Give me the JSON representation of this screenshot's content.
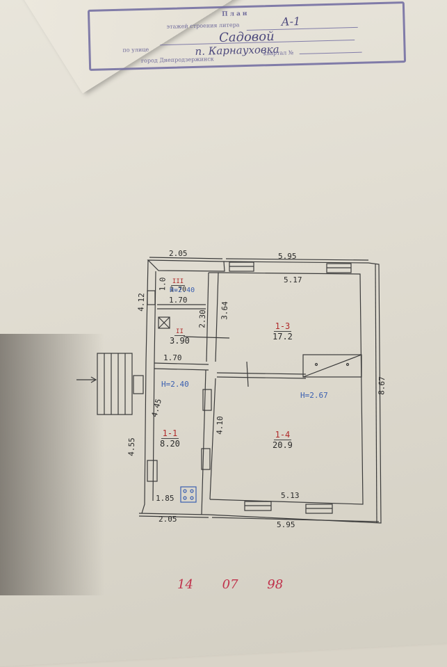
{
  "stamp": {
    "title": "План",
    "line1_label": "этажей строения литера",
    "line1_value": "А-1",
    "line2_label": "по улице",
    "line2_value": "Садовой",
    "line3_label": "город Днепродзержинск",
    "line3_value": "п. Карнауховка",
    "line4_label": "квартал №"
  },
  "plan": {
    "dims": {
      "top_left": "2.05",
      "top_right": "5.95",
      "inner_top": "5.17",
      "left_upper": "4.12",
      "w1": "1.0",
      "room3_w": "1.70",
      "room3_w2": "1.70",
      "v230": "2.30",
      "v364": "3.64",
      "corridor_w": "3.90",
      "mid_w": "1.70",
      "left_lower": "4.55",
      "v445": "4.45",
      "v410": "4.10",
      "right": "8.67",
      "bottom_inner_left": "1.85",
      "bottom_inner_right": "5.13",
      "bottom_left": "2.05",
      "bottom_right": "5.95"
    },
    "rooms": [
      {
        "number": "III",
        "area": "1.70"
      },
      {
        "number": "II",
        "area": "3.90"
      },
      {
        "number": "1-3",
        "area": "17.2"
      },
      {
        "number": "1-1",
        "area": "8.20"
      },
      {
        "number": "1-4",
        "area": "20.9"
      }
    ],
    "heights": {
      "small": "H=2.40",
      "kitchen": "H=2.40",
      "main": "H=2.67"
    }
  },
  "date": {
    "day": "14",
    "month": "07",
    "year": "98"
  }
}
